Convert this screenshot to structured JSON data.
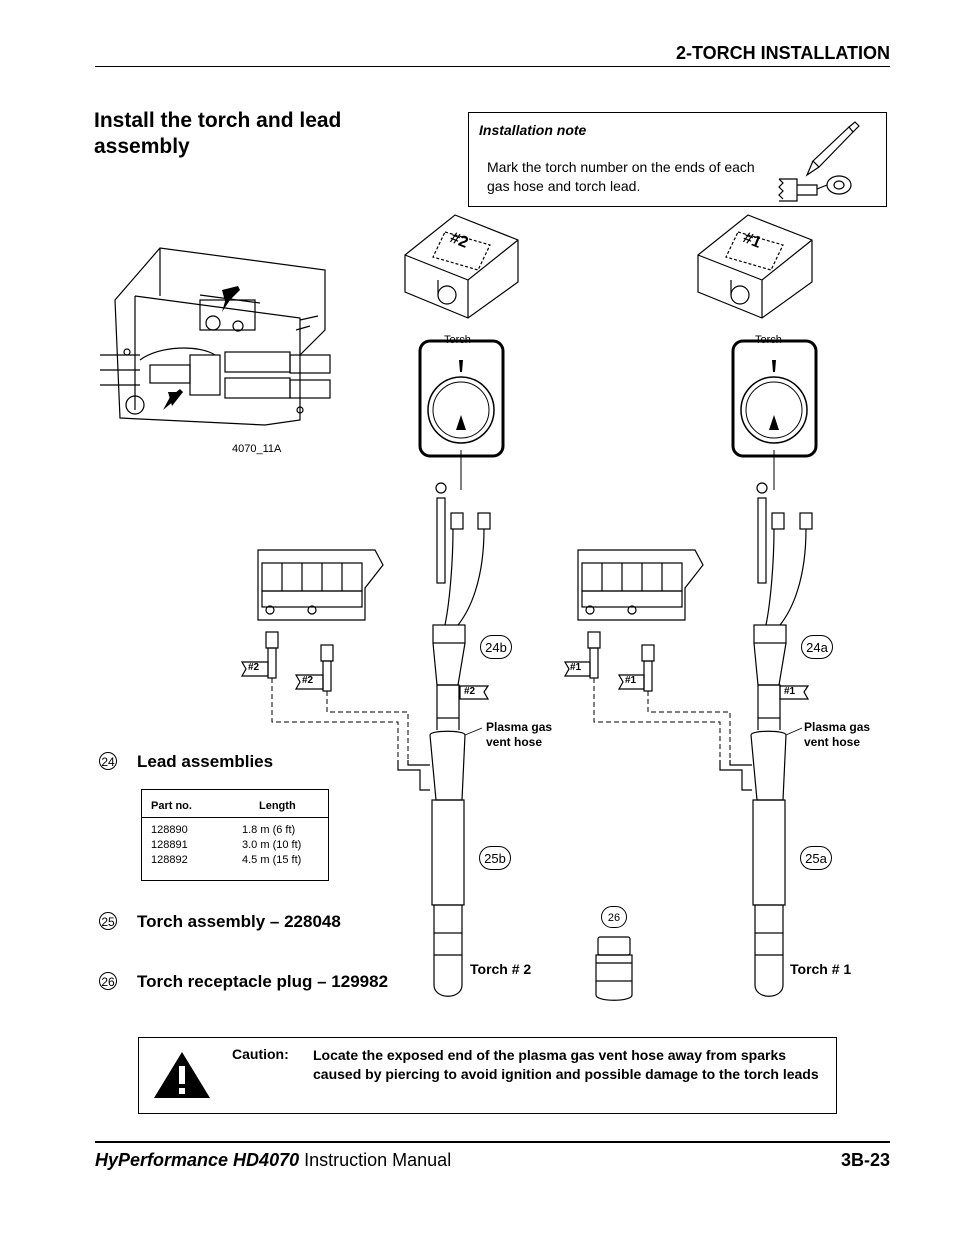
{
  "header": {
    "section": "2-TORCH INSTALLATION"
  },
  "section_title": "Install the torch and lead assembly",
  "note": {
    "title": "Installation note",
    "text": "Mark the torch number on the ends of each gas hose and torch lead."
  },
  "figure": {
    "code": "4070_11A",
    "torch_label_left": "Torch",
    "torch_label_right": "Torch",
    "tag_left": "#2",
    "tag_right": "#1",
    "hose_tag_2": "#2",
    "hose_tag_1": "#1",
    "callout_24b": "24b",
    "callout_24a": "24a",
    "callout_25b": "25b",
    "callout_25a": "25a",
    "callout_26": "26",
    "vent_left": "Plasma gas vent hose",
    "vent_right": "Plasma gas vent hose",
    "torch2": "Torch # 2",
    "torch1": "Torch # 1"
  },
  "items": [
    {
      "num": "24",
      "label": "Lead assemblies"
    },
    {
      "num": "25",
      "label": "Torch assembly  –  228048"
    },
    {
      "num": "26",
      "label": "Torch receptacle plug  –  129982"
    }
  ],
  "parts_table": {
    "headers": [
      "Part no.",
      "Length"
    ],
    "rows": [
      [
        "128890",
        "1.8 m (6 ft)"
      ],
      [
        "128891",
        "3.0 m (10 ft)"
      ],
      [
        "128892",
        "4.5 m (15 ft)"
      ]
    ]
  },
  "caution": {
    "label": "Caution:",
    "text": "Locate the exposed end of the plasma gas vent hose away from sparks caused by piercing to avoid ignition and possible damage to the torch leads"
  },
  "footer": {
    "brand": "HyPerformance HD4070",
    "manual": " Instruction Manual",
    "page": "3B-23"
  }
}
